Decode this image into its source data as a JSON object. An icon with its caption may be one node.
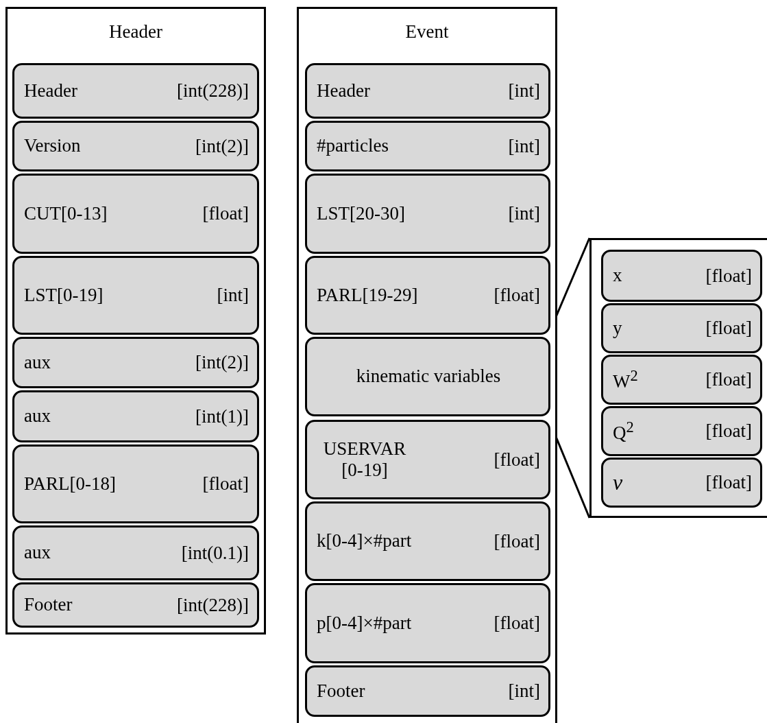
{
  "diagram": {
    "nodes": [
      {
        "text": [
          "Header"
        ]
      },
      {
        "text": [
          "Header",
          "[int(228)]"
        ],
        "in": 0
      },
      {
        "text": [
          "Version",
          "[int(2)]"
        ],
        "in": 0
      },
      {
        "text": [
          "CUT[0-13]",
          "[float]"
        ],
        "in": 0
      },
      {
        "text": [
          "LST[0-19]",
          "[int]"
        ],
        "in": 0
      },
      {
        "text": [
          "aux",
          "[int(2)]"
        ],
        "in": 0
      },
      {
        "text": [
          "aux",
          "[int(1)]"
        ],
        "in": 0
      },
      {
        "text": [
          "PARL[0-18]",
          "[float]"
        ],
        "in": 0
      },
      {
        "text": [
          "aux",
          "[int(0.1)]"
        ],
        "in": 0
      },
      {
        "text": [
          "Footer",
          "[int(228)]"
        ],
        "in": 0
      },
      {
        "text": [
          "Event"
        ]
      },
      {
        "text": [
          "Header",
          "[int]"
        ],
        "in": 10
      },
      {
        "text": [
          "#particles",
          "[int]"
        ],
        "in": 10
      },
      {
        "text": [
          "LST[20-30]",
          "[int]"
        ],
        "in": 10
      },
      {
        "text": [
          "PARL[19-29]",
          "[float]"
        ],
        "in": 10
      },
      {
        "text": [
          "kinematic variables"
        ],
        "in": 10
      },
      {
        "text": [
          "USERVAR [0-19]",
          "[float]"
        ],
        "in": 10
      },
      {
        "text": [
          "k[0-4]×#part",
          "[float]"
        ],
        "in": 10
      },
      {
        "text": [
          "p[0-4]×#part",
          "[float]"
        ],
        "in": 10
      },
      {
        "text": [
          "Footer",
          "[int]"
        ],
        "in": 10
      },
      {
        "text": [],
        "shape": "box"
      },
      {
        "text": [
          "x",
          "[float]"
        ],
        "in": 20
      },
      {
        "text": [
          "y",
          "[float]"
        ],
        "in": 20
      },
      {
        "text": [
          "W$^{2}$",
          "[float]"
        ],
        "in": 20
      },
      {
        "text": [
          "Q$^{2}$",
          "[float]"
        ],
        "in": 20
      },
      {
        "text": [
          "ν",
          "[float]"
        ],
        "in": 20
      }
    ],
    "edges": [
      {
        "from": 15,
        "to": 20,
        "arrow": "none"
      },
      {
        "from": 15,
        "to": 20,
        "arrow": "none"
      }
    ]
  }
}
